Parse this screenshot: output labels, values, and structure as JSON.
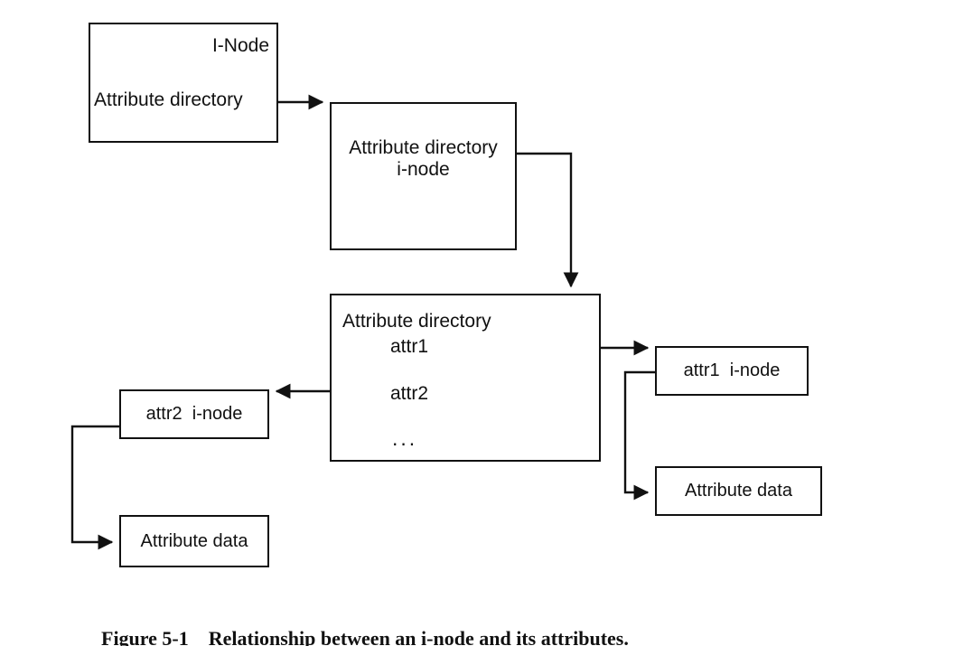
{
  "figure": {
    "caption_label": "Figure 5-1",
    "caption_text": "Relationship between an i-node and its attributes."
  },
  "nodes": {
    "inode": {
      "title": "I-Node",
      "field": "Attribute directory"
    },
    "attr_dir_inode": {
      "label": "Attribute directory\ni-node"
    },
    "attr_dir": {
      "heading": "Attribute directory",
      "entry1": "attr1",
      "entry2": "attr2",
      "ellipsis": "..."
    },
    "attr1_inode": {
      "label": "attr1  i-node"
    },
    "attr1_data": {
      "label": "Attribute data"
    },
    "attr2_inode": {
      "label": "attr2  i-node"
    },
    "attr2_data": {
      "label": "Attribute data"
    }
  },
  "style": {
    "stroke": "#111111",
    "background": "#ffffff"
  }
}
